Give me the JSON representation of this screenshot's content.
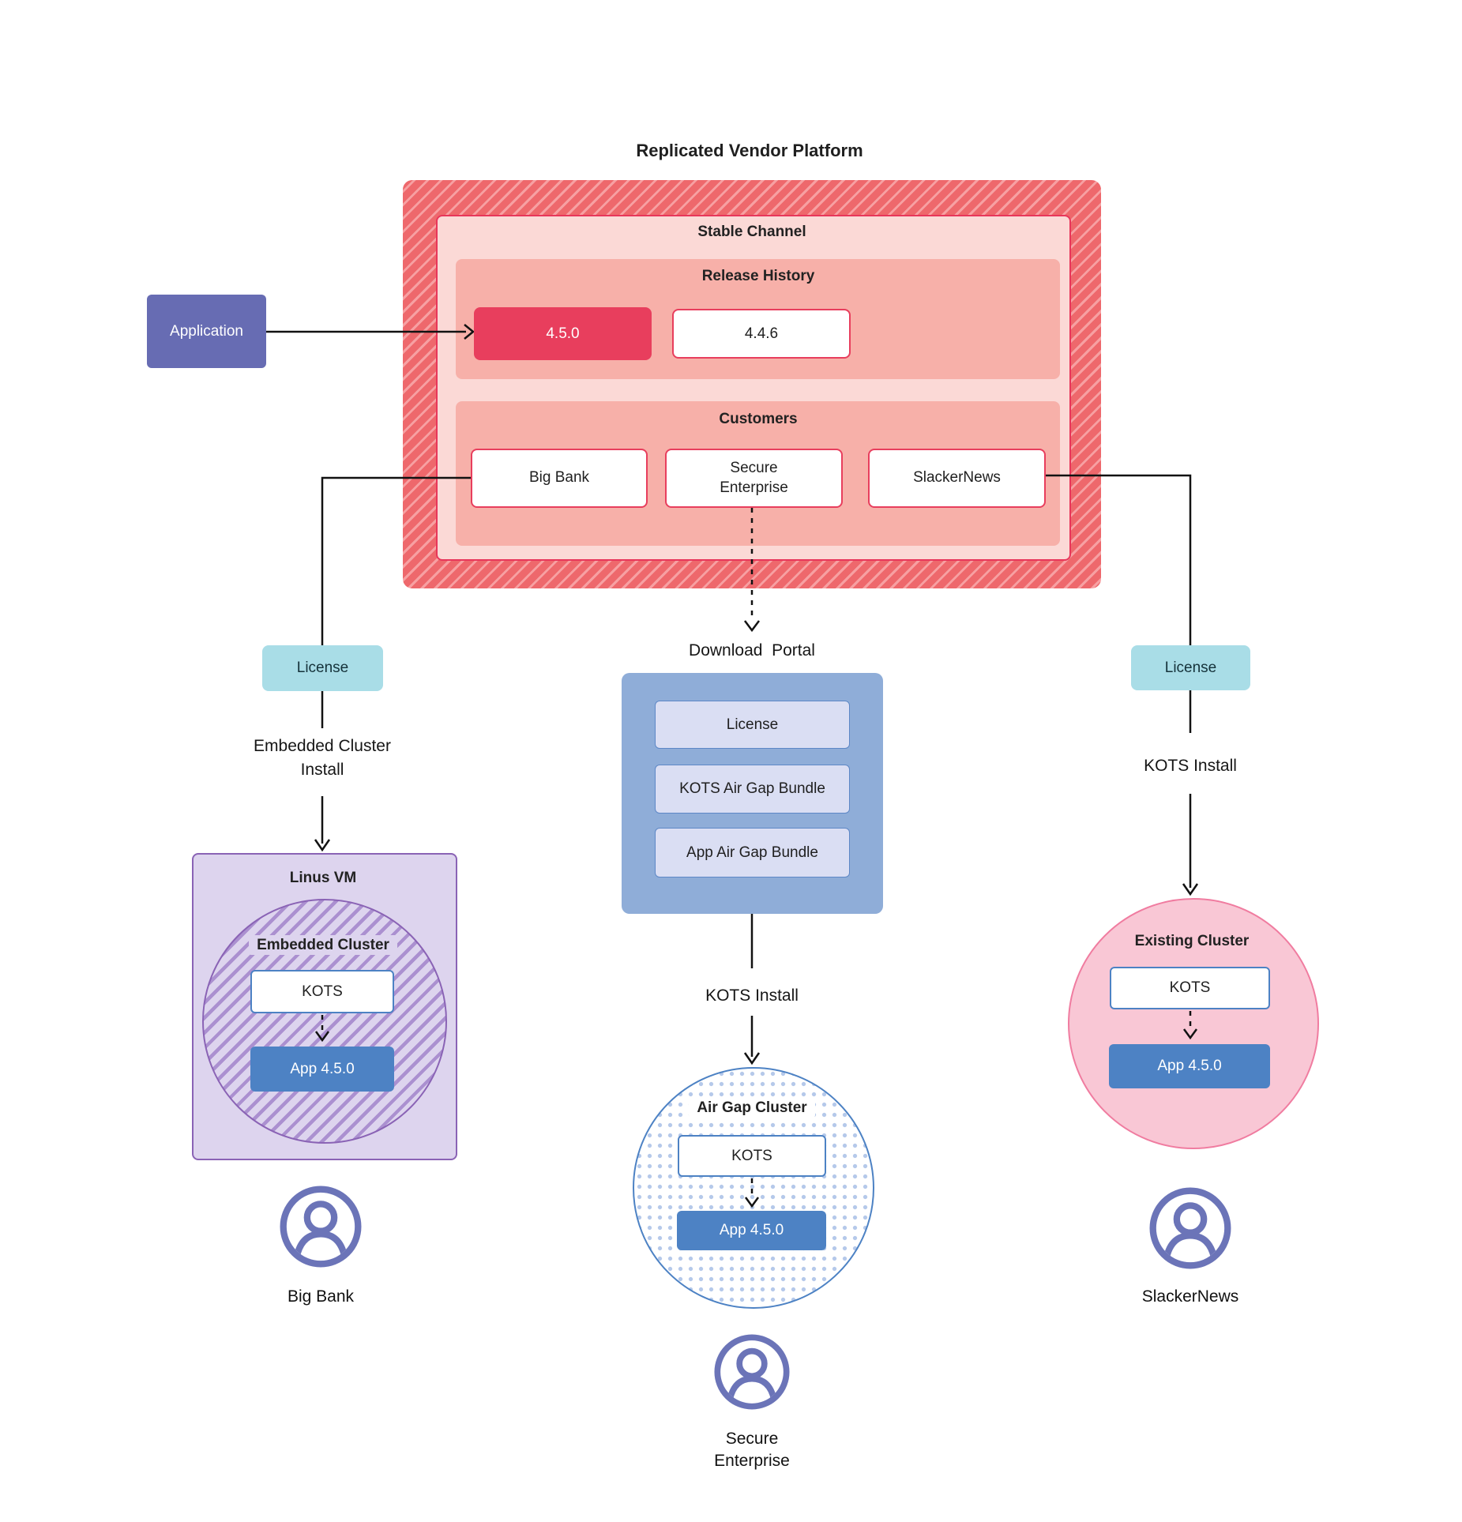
{
  "title": "Replicated Vendor Platform",
  "application_label": "Application",
  "platform": {
    "channel_label": "Stable Channel",
    "release_history_label": "Release History",
    "releases": [
      "4.5.0",
      "4.4.6"
    ],
    "customers_label": "Customers",
    "customers": [
      "Big Bank",
      "Secure Enterprise",
      "SlackerNews"
    ]
  },
  "branches": {
    "big_bank": {
      "license": "License",
      "install": "Embedded Cluster Install",
      "vm": "Linus VM",
      "cluster": "Embedded Cluster",
      "kots": "KOTS",
      "app": "App 4.5.0",
      "user": "Big Bank"
    },
    "secure_enterprise": {
      "portal_title": "Download  Portal",
      "portal_items": [
        "License",
        "KOTS Air Gap Bundle",
        "App Air Gap Bundle"
      ],
      "install": "KOTS Install",
      "cluster": "Air Gap Cluster",
      "kots": "KOTS",
      "app": "App 4.5.0",
      "user": "Secure Enterprise"
    },
    "slackernews": {
      "license": "License",
      "install": "KOTS Install",
      "cluster": "Existing Cluster",
      "kots": "KOTS",
      "app": "App 4.5.0",
      "user": "SlackerNews"
    }
  },
  "colors": {
    "platform_red": "#ee686c",
    "platform_stripe": "#f7a0a2",
    "stable_bg": "#fbd9d6",
    "stable_border": "#e8365a",
    "band_salmon": "#f7b0a9",
    "release_highlight": "#e83e5d",
    "application_purple": "#676cb3",
    "license_teal": "#a9dde7",
    "portal_blue": "#8fadd8",
    "portal_item_bg": "#dadef3",
    "portal_item_border": "#5d87c6",
    "kots_border_blue": "#4d82c4",
    "app_blue": "#4d82c4",
    "vm_purple_bg": "#ddd4ee",
    "vm_purple_border": "#8a63b5",
    "hatch_purple": "#ab90d0",
    "airgap_dot_blue": "#b5c9ea",
    "existing_pink_bg": "#f9c7d5",
    "existing_pink_border": "#f07ca0",
    "user_icon_purple": "#6b74b8",
    "wire_black": "#121212"
  }
}
